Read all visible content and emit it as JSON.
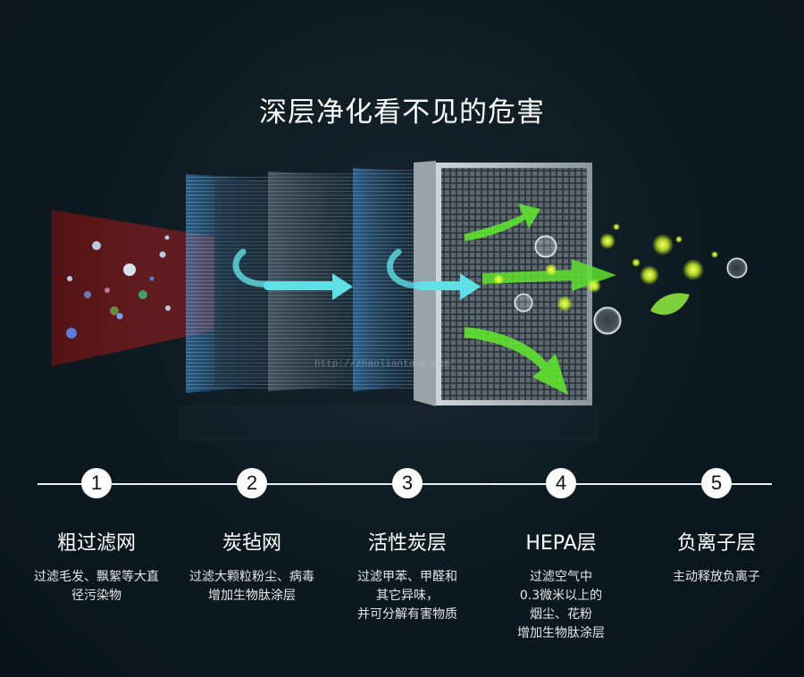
{
  "title": "深层净化看不见的危害",
  "watermark": "http://zhaoliantang.com",
  "colors": {
    "background": "#0c1920",
    "arrow_teal": "#5ee0e6",
    "arrow_green": "#5ee22d",
    "particle_yellow": "#e8ff3a",
    "inlet_red": "#7a1b1b"
  },
  "layers": [
    {
      "number": "1",
      "name": "粗过滤网",
      "desc": [
        "过滤毛发、飘絮等大直",
        "径污染物"
      ]
    },
    {
      "number": "2",
      "name": "炭毡网",
      "desc": [
        "过滤大颗粒粉尘、病毒",
        "增加生物肽涂层"
      ]
    },
    {
      "number": "3",
      "name": "活性炭层",
      "desc": [
        "过滤甲苯、甲醛和",
        "其它异味，",
        "并可分解有害物质"
      ]
    },
    {
      "number": "4",
      "name": "HEPA层",
      "desc": [
        "过滤空气中",
        "0.3微米以上的",
        "烟尘、花粉",
        "增加生物肽涂层"
      ]
    },
    {
      "number": "5",
      "name": "负离子层",
      "desc": [
        "主动释放负离子"
      ]
    }
  ]
}
